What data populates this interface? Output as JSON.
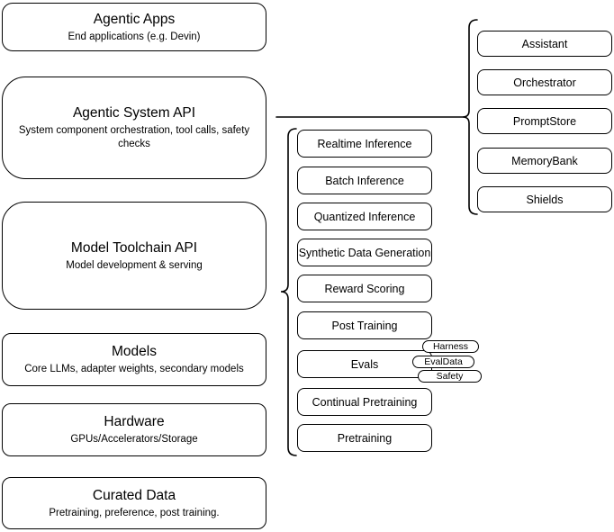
{
  "stack": {
    "layers": [
      {
        "title": "Agentic Apps",
        "subtitle": "End applications (e.g. Devin)"
      },
      {
        "title": "Agentic System API",
        "subtitle": "System component orchestration, tool calls, safety checks"
      },
      {
        "title": "Model Toolchain API",
        "subtitle": "Model development & serving"
      },
      {
        "title": "Models",
        "subtitle": "Core LLMs, adapter weights, secondary models"
      },
      {
        "title": "Hardware",
        "subtitle": "GPUs/Accelerators/Storage"
      },
      {
        "title": "Curated Data",
        "subtitle": "Pretraining, preference, post training."
      }
    ]
  },
  "toolchain_services": {
    "items": [
      "Realtime Inference",
      "Batch Inference",
      "Quantized Inference",
      "Synthetic Data Generation",
      "Reward Scoring",
      "Post Training",
      "Evals",
      "Continual Pretraining",
      "Pretraining"
    ],
    "evals_badges": [
      "Harness",
      "EvalData",
      "Safety"
    ]
  },
  "system_components": {
    "items": [
      "Assistant",
      "Orchestrator",
      "PromptStore",
      "MemoryBank",
      "Shields"
    ]
  },
  "colors": {
    "stroke": "#000000",
    "background": "#ffffff",
    "text": "#000000"
  }
}
